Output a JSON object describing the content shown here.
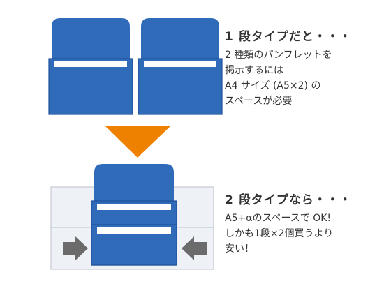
{
  "top": {
    "heading": "1 段タイプだと・・・",
    "lines": [
      "2 種類のパンフレットを",
      "掲示するには",
      "A4 サイズ (A5×2) の",
      "スペースが必要"
    ]
  },
  "bottom": {
    "heading": "2 段タイプなら・・・",
    "lines": [
      "A5+αのスペースで OK!",
      "しかも1段×2個買うより",
      "安い！"
    ]
  },
  "colors": {
    "pocket_blue": "#2f6bb8",
    "pocket_border": "#1f5199",
    "slot_white": "#ffffff",
    "arrow_orange": "#ee8200",
    "ghost_fill": "#eef1f5",
    "ghost_border": "#b9c2cc",
    "side_arrow": "#6b6b6b",
    "text": "#333333"
  },
  "icons": {
    "down_arrow": "down-arrow-icon",
    "right_arrow": "right-arrow-icon",
    "left_arrow": "left-arrow-icon"
  }
}
